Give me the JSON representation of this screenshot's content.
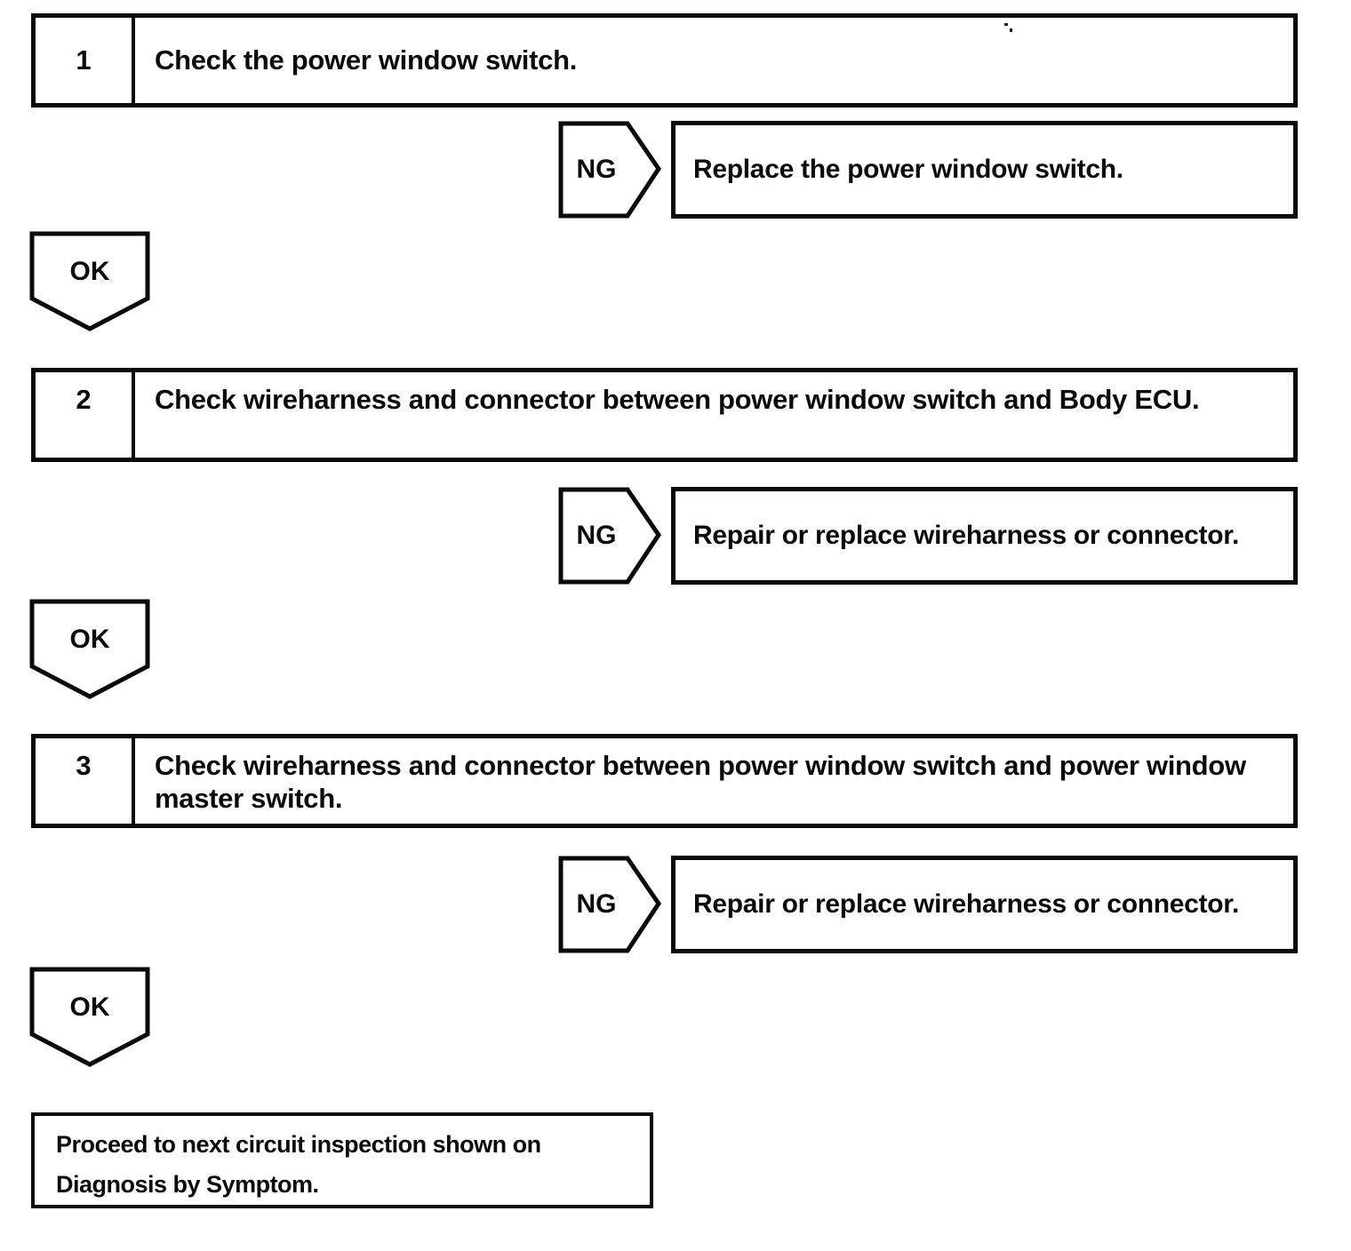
{
  "flowchart": {
    "steps": [
      {
        "number": "1",
        "instruction": "Check the power window switch.",
        "ng_label": "NG",
        "ng_action": "Replace the power window switch.",
        "ok_label": "OK"
      },
      {
        "number": "2",
        "instruction": "Check wireharness and connector between power window switch and Body ECU.",
        "ng_label": "NG",
        "ng_action": "Repair or replace wireharness or connector.",
        "ok_label": "OK"
      },
      {
        "number": "3",
        "instruction": "Check wireharness and connector between power window switch and power window master switch.",
        "ng_label": "NG",
        "ng_action": "Repair or replace wireharness or connector.",
        "ok_label": "OK"
      }
    ],
    "final": {
      "line1": "Proceed to next circuit inspection shown on",
      "line2": "Diagnosis by Symptom."
    },
    "colors": {
      "line": "#0a0a0a",
      "background": "#ffffff"
    }
  }
}
